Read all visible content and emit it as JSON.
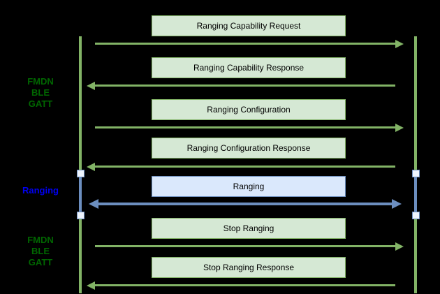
{
  "colors": {
    "background": "#000000",
    "green_fill": "#d5e8d4",
    "green_stroke": "#82b366",
    "green_label": "#006600",
    "blue_fill": "#dae8fc",
    "blue_stroke": "#6c8ebf",
    "blue_label": "#0000f0",
    "marker_fill": "#eef4fd",
    "box_text": "#000000"
  },
  "side_labels": [
    {
      "lines": [
        "FMDN",
        "BLE",
        "GATT"
      ],
      "style": "green"
    },
    {
      "lines": [
        "Ranging"
      ],
      "style": "blue"
    },
    {
      "lines": [
        "FMDN",
        "BLE",
        "GATT"
      ],
      "style": "green"
    }
  ],
  "messages": [
    {
      "label": "Ranging Capability Request",
      "direction": "right",
      "style": "green"
    },
    {
      "label": "Ranging Capability Response",
      "direction": "left",
      "style": "green"
    },
    {
      "label": "Ranging Configuration",
      "direction": "right",
      "style": "green"
    },
    {
      "label": "Ranging Configuration Response",
      "direction": "left",
      "style": "green"
    },
    {
      "label": "Ranging",
      "direction": "bidirectional",
      "style": "blue"
    },
    {
      "label": "Stop Ranging",
      "direction": "right",
      "style": "green"
    },
    {
      "label": "Stop Ranging Response",
      "direction": "left",
      "style": "green"
    }
  ]
}
